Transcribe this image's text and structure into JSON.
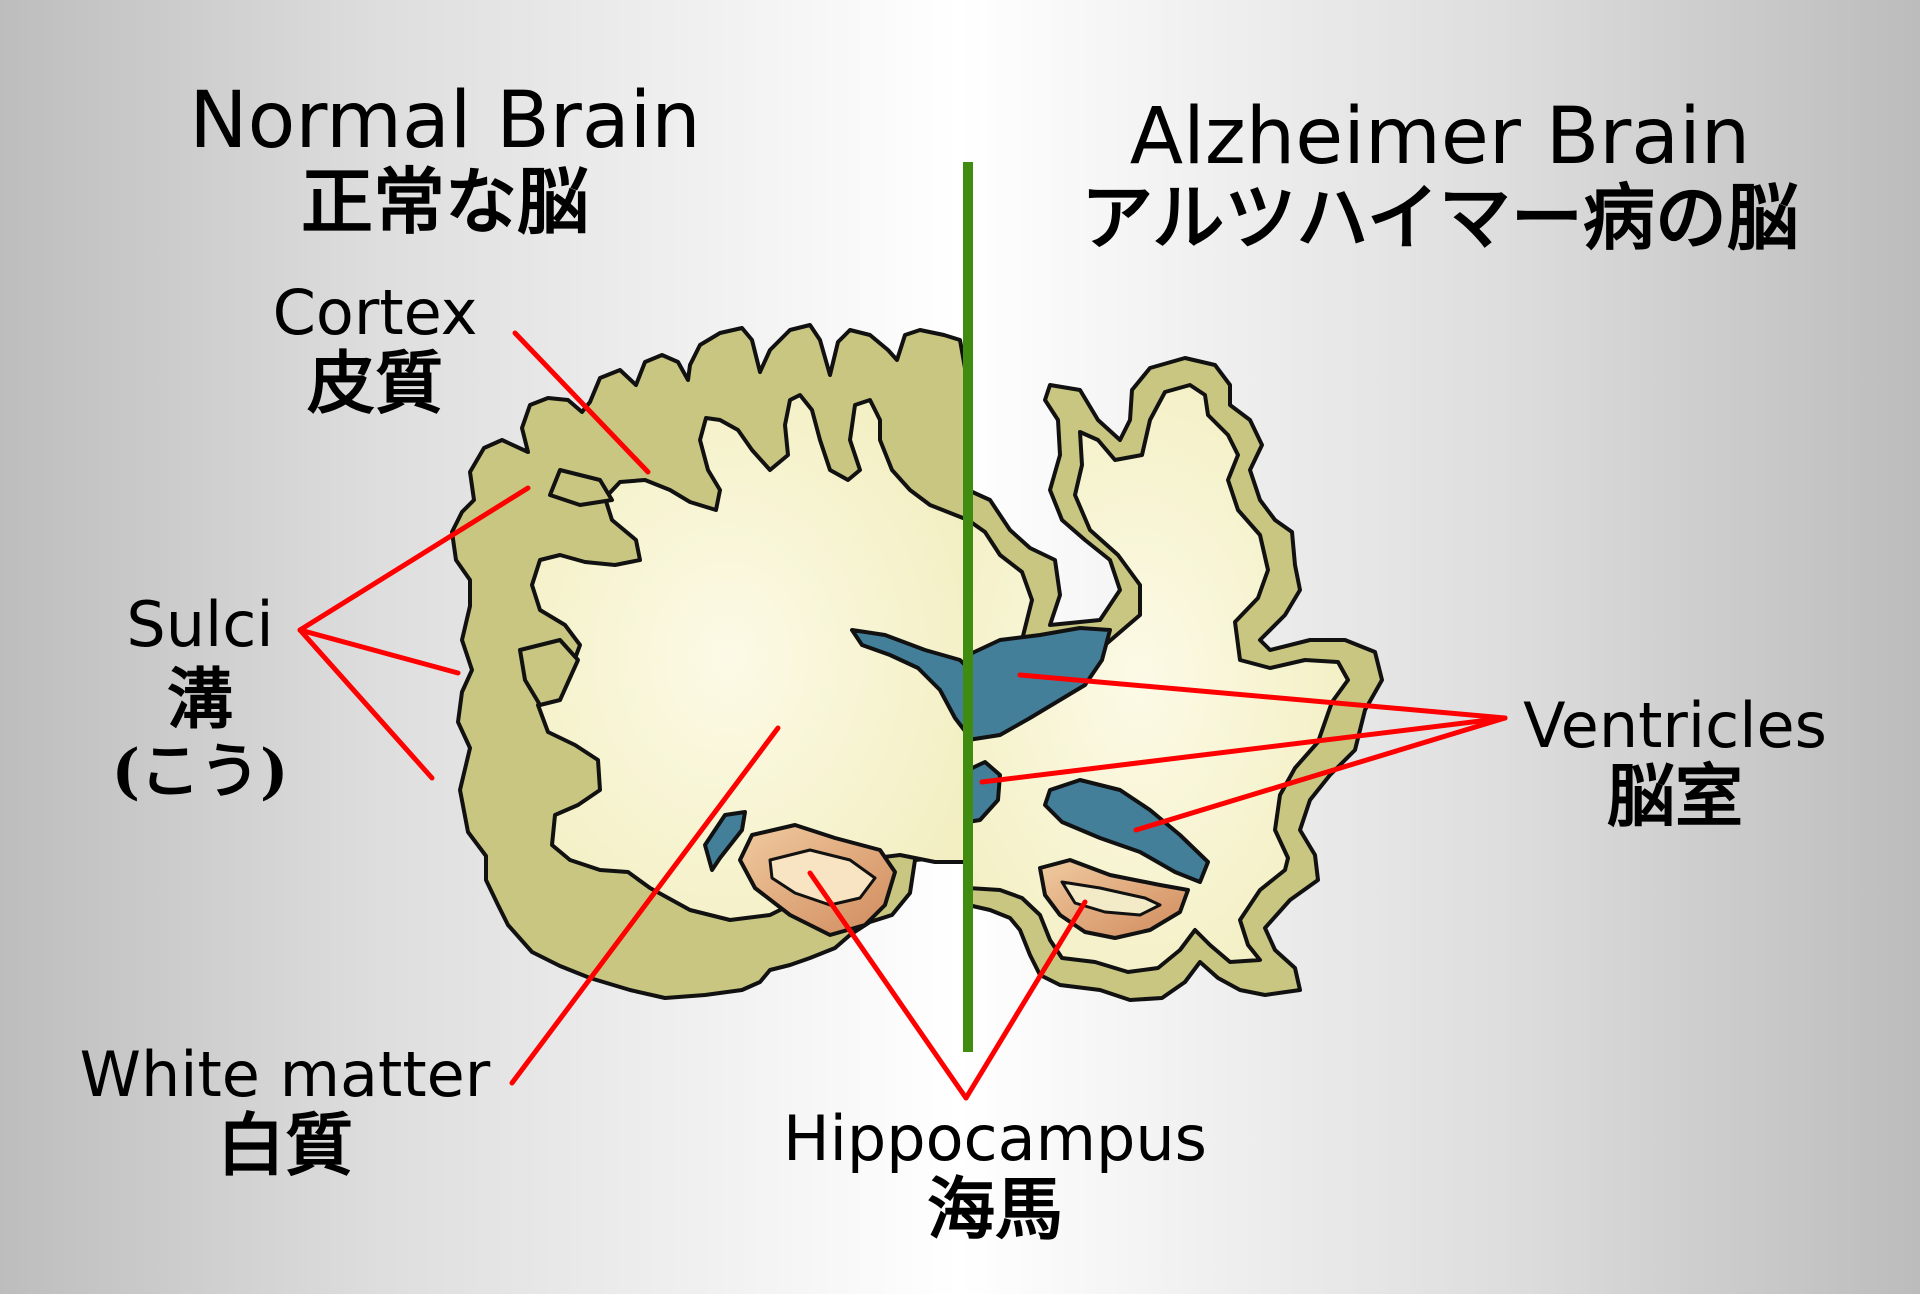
{
  "titles": {
    "normal_en": "Normal Brain",
    "normal_jp": "正常な脳",
    "alz_en": "Alzheimer Brain",
    "alz_jp": "アルツハイマー病の脳"
  },
  "labels": {
    "cortex_en": "Cortex",
    "cortex_jp": "皮質",
    "sulci_en": "Sulci",
    "sulci_jp": "溝",
    "sulci_reading": "(こう)",
    "white_en": "White matter",
    "white_jp": "白質",
    "hippo_en": "Hippocampus",
    "hippo_jp": "海馬",
    "ventricles_en": "Ventricles",
    "ventricles_jp": "脳室"
  },
  "colors": {
    "cortex": "#c9c681",
    "white_matter": "#f7f3cf",
    "ventricle": "#447f9a",
    "hippocampus": "#dc9e74",
    "pointer": "#ff0000",
    "divider": "#3f8c10"
  }
}
